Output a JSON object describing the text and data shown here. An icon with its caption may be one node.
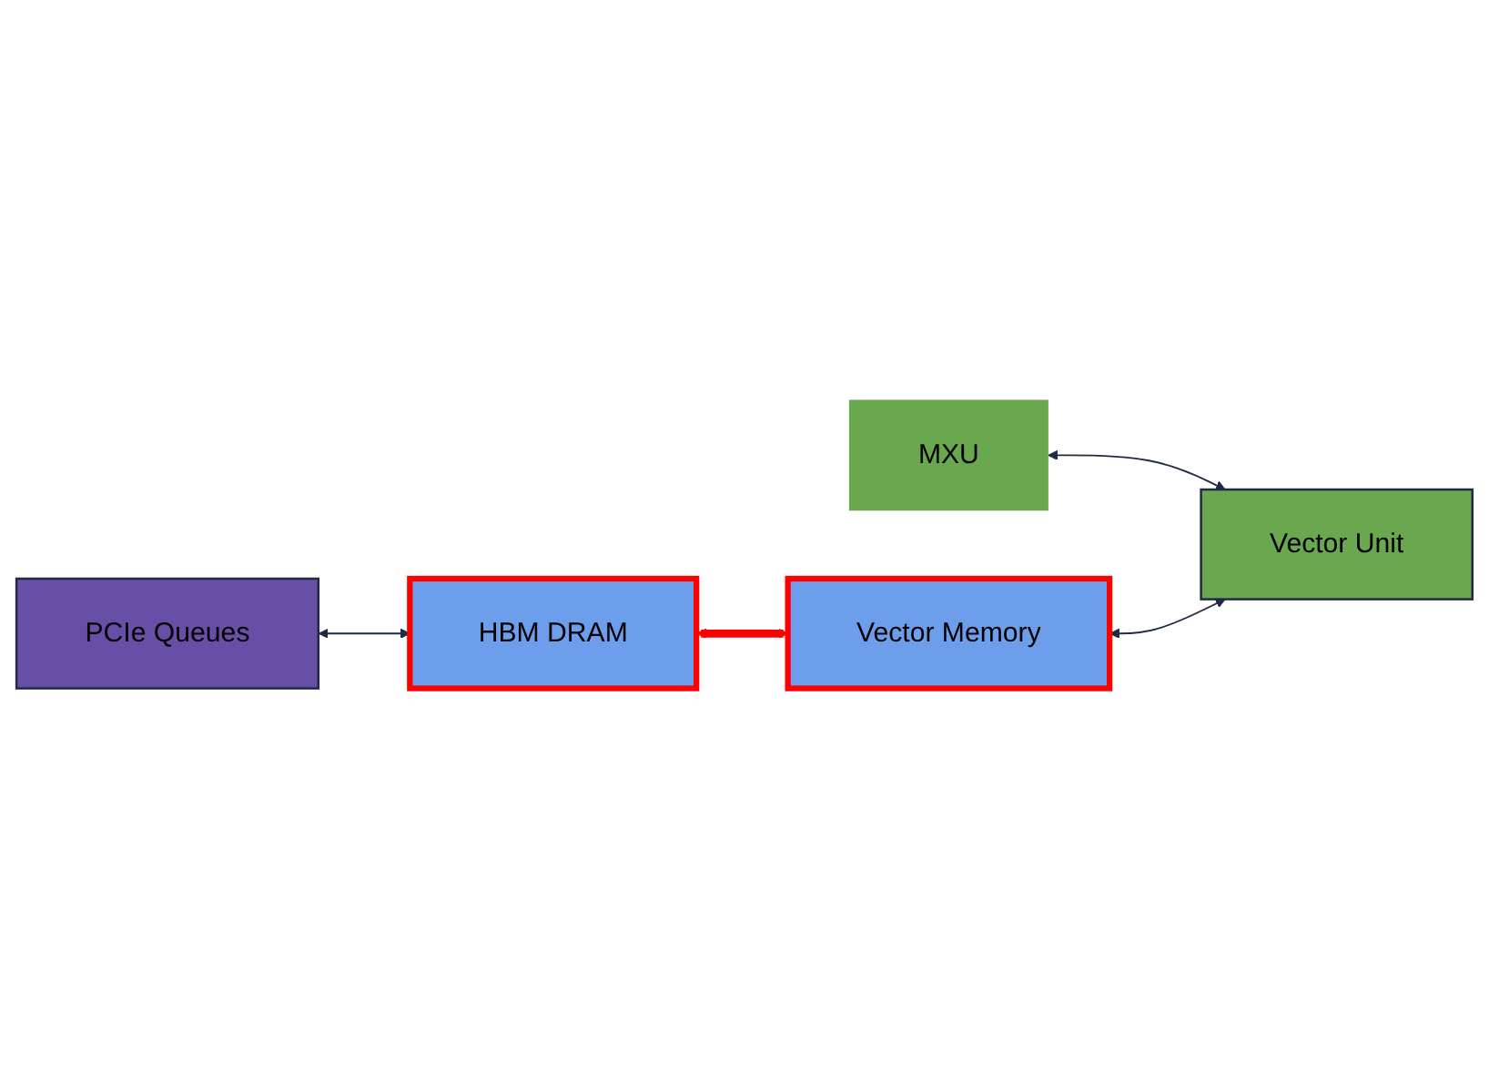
{
  "diagram": {
    "nodes": [
      {
        "text": [
          "PCIe Queues"
        ]
      },
      {
        "text": [
          "HBM DRAM"
        ]
      },
      {
        "text": [
          "Vector Memory"
        ]
      },
      {
        "text": [
          "MXU"
        ]
      },
      {
        "text": [
          "Vector Unit"
        ]
      }
    ],
    "edges": [
      {
        "from": 0,
        "to": 1,
        "arrow": "both"
      },
      {
        "from": 1,
        "to": 2,
        "arrow": "both",
        "style": "thick",
        "color": "#ff0000"
      },
      {
        "from": 3,
        "to": 4,
        "arrow": "both"
      },
      {
        "from": 2,
        "to": 4,
        "arrow": "both"
      }
    ]
  }
}
